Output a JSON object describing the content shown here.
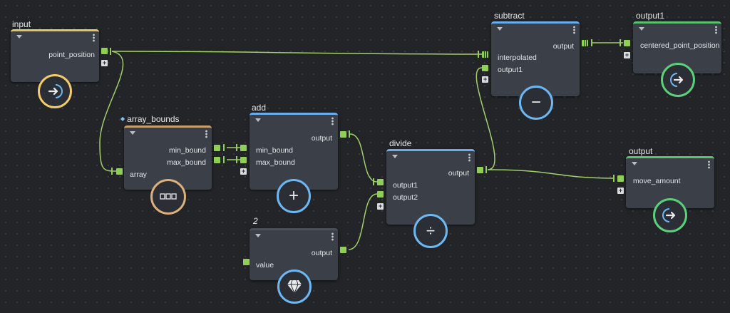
{
  "nodes": {
    "input": {
      "title": "input",
      "out_label": "point_position"
    },
    "array_bounds": {
      "title": "array_bounds",
      "out1": "min_bound",
      "out2": "max_bound",
      "in1": "array"
    },
    "add": {
      "title": "add",
      "out": "output",
      "in1": "min_bound",
      "in2": "max_bound",
      "symbol": "+"
    },
    "constant": {
      "title": "2",
      "out": "output",
      "in1": "value"
    },
    "divide": {
      "title": "divide",
      "out": "output",
      "in1": "output1",
      "in2": "output2",
      "symbol": "÷"
    },
    "subtract": {
      "title": "subtract",
      "out": "output",
      "in1": "interpolated",
      "in2": "output1",
      "symbol": "−"
    },
    "output1": {
      "title": "output1",
      "in1": "centered_point_position"
    },
    "output": {
      "title": "output",
      "in1": "move_amount"
    }
  },
  "icons": {
    "input": "arrow-right-icon",
    "array_bounds": "array-icon",
    "constant": "diamond-icon",
    "output1": "arrow-right-icon",
    "output": "arrow-right-icon"
  },
  "colors": {
    "background": "#222427",
    "node": "#3b3f48",
    "wire": "#a3cf6a",
    "port": "#8fcf55",
    "input_accent": "#e8c45c",
    "math_accent": "#6aaef0",
    "array_accent": "#c9a070",
    "output_accent": "#58c270"
  }
}
